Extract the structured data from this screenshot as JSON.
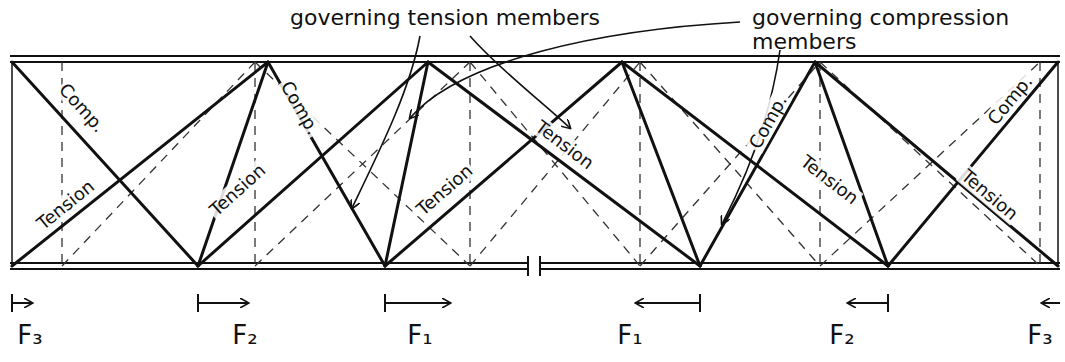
{
  "diagram": {
    "labels": [
      "governing tension members",
      "governing compression members",
      "Comp.",
      "Comp.",
      "Tension",
      "Tension",
      "Tension",
      "Tension",
      "Comp.",
      "Tension",
      "Comp.",
      "Tension",
      "F₃",
      "F₂",
      "F₁",
      "F₁",
      "F₂",
      "F₃"
    ]
  }
}
